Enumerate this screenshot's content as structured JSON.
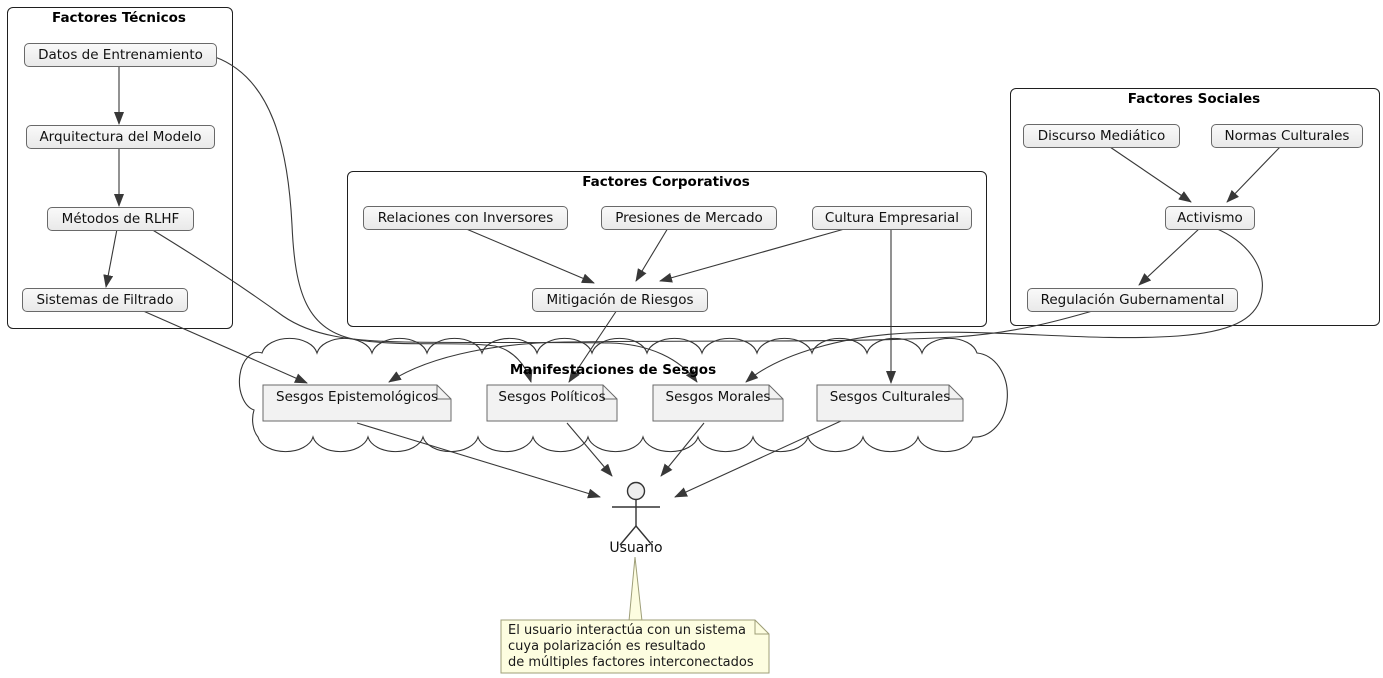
{
  "groups": [
    {
      "title": "Factores Técnicos",
      "nodes": [
        "Datos de Entrenamiento",
        "Arquitectura del Modelo",
        "Métodos de RLHF",
        "Sistemas de Filtrado"
      ]
    },
    {
      "title": "Factores Corporativos",
      "nodes": [
        "Relaciones con Inversores",
        "Presiones de Mercado",
        "Cultura Empresarial",
        "Mitigación de Riesgos"
      ]
    },
    {
      "title": "Factores Sociales",
      "nodes": [
        "Discurso Mediático",
        "Normas Culturales",
        "Activismo",
        "Regulación Gubernamental"
      ]
    }
  ],
  "cloud": {
    "title": "Manifestaciones de Sesgos",
    "nodes": [
      "Sesgos Epistemológicos",
      "Sesgos Políticos",
      "Sesgos Morales",
      "Sesgos Culturales"
    ]
  },
  "actor": {
    "label": "Usuario"
  },
  "note": {
    "lines": [
      "El usuario interactúa con un sistema",
      "cuya polarización es resultado",
      "de múltiples factores interconectados"
    ]
  },
  "edges": [
    {
      "from": "Datos de Entrenamiento",
      "to": "Arquitectura del Modelo"
    },
    {
      "from": "Arquitectura del Modelo",
      "to": "Métodos de RLHF"
    },
    {
      "from": "Métodos de RLHF",
      "to": "Sistemas de Filtrado"
    },
    {
      "from": "Relaciones con Inversores",
      "to": "Mitigación de Riesgos"
    },
    {
      "from": "Presiones de Mercado",
      "to": "Mitigación de Riesgos"
    },
    {
      "from": "Cultura Empresarial",
      "to": "Mitigación de Riesgos"
    },
    {
      "from": "Discurso Mediático",
      "to": "Activismo"
    },
    {
      "from": "Normas Culturales",
      "to": "Activismo"
    },
    {
      "from": "Activismo",
      "to": "Regulación Gubernamental"
    },
    {
      "from": "Datos de Entrenamiento",
      "to": "Sesgos Políticos"
    },
    {
      "from": "Métodos de RLHF",
      "to": "Sesgos Morales"
    },
    {
      "from": "Sistemas de Filtrado",
      "to": "Sesgos Epistemológicos"
    },
    {
      "from": "Mitigación de Riesgos",
      "to": "Sesgos Políticos"
    },
    {
      "from": "Cultura Empresarial",
      "to": "Sesgos Culturales"
    },
    {
      "from": "Activismo",
      "to": "Sesgos Morales"
    },
    {
      "from": "Regulación Gubernamental",
      "to": "Sesgos Epistemológicos"
    },
    {
      "from": "Sesgos Epistemológicos",
      "to": "Usuario"
    },
    {
      "from": "Sesgos Políticos",
      "to": "Usuario"
    },
    {
      "from": "Sesgos Morales",
      "to": "Usuario"
    },
    {
      "from": "Sesgos Culturales",
      "to": "Usuario"
    }
  ],
  "colors": {
    "node_fill": "#f2f2f2",
    "node_border": "#696969",
    "box_border": "#1f1f1f",
    "edge": "#383838",
    "cloud_stroke": "#333333",
    "note_fill": "#fdfde0",
    "note_border": "#9e9e78",
    "actor_fill": "#ededed"
  }
}
